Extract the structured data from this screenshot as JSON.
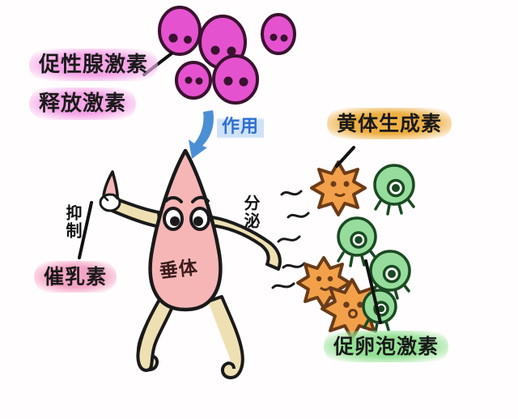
{
  "illustration": {
    "title": "垂体激素作用示意图",
    "background_color": "#fffdfd"
  },
  "labels": {
    "gnrh_line1": "促性腺激素",
    "gnrh_line2": "释放激素",
    "act": "作用",
    "lh": "黄体生成素",
    "inhibit": "抑制",
    "prolactin": "催乳素",
    "secrete": "分泌",
    "pituitary": "垂体",
    "fsh": "促卵泡激素"
  },
  "colors": {
    "gnrh_highlight": "#f4a4e6",
    "lh_highlight": "#eeae40",
    "fsh_highlight": "#92e094",
    "prolactin_highlight": "#f3a2c3",
    "act_highlight": "#cfe2f8",
    "act_text": "#2e6fd0",
    "arrow_blue": "#4a8fd4",
    "body_pink": "#f7b6b6",
    "limb_tan": "#efe0b4",
    "gnrh_cell": "#e84fd0",
    "lh_cell": "#f2a14a",
    "fsh_cell": "#96dc9c",
    "outline": "#1a1a1a"
  },
  "cells": {
    "gnrh": {
      "name": "促性腺激素释放激素细胞",
      "count": 5,
      "eyes_per_cell": 2,
      "color": "#e84fd0"
    },
    "lh": {
      "name": "黄体生成素细胞",
      "count": 3,
      "shape": "blob-star",
      "color": "#f2a14a"
    },
    "fsh": {
      "name": "促卵泡激素细胞",
      "count": 4,
      "shape": "round-one-eye",
      "color": "#96dc9c"
    }
  }
}
